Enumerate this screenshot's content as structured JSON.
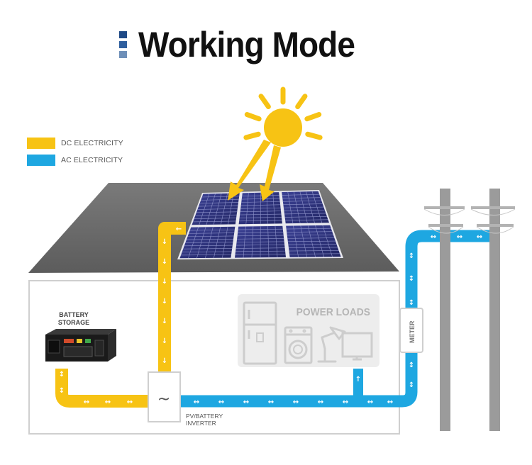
{
  "title": "Working Mode",
  "legend": {
    "items": [
      {
        "label": "DC ELECTRICITY",
        "color": "#F7C314"
      },
      {
        "label": "AC ELECTRICITY",
        "color": "#1EA7E1"
      }
    ]
  },
  "labels": {
    "battery_line1": "BATTERY",
    "battery_line2": "STORAGE",
    "power_loads": "POWER LOADS",
    "inverter_line1": "PV/BATTERY",
    "inverter_line2": "INVERTER",
    "inverter_symbol": "~",
    "meter": "METER"
  },
  "colors": {
    "dc": "#F7C314",
    "ac": "#1EA7E1",
    "roof": "#6a6a6a",
    "sun": "#F7C314",
    "panel": "#2b2f6e",
    "pole": "#9a9a9a"
  },
  "icons": [
    "sun-icon",
    "solar-panel-icon",
    "battery-icon",
    "fridge-icon",
    "washing-machine-icon",
    "desk-lamp-icon",
    "tv-icon",
    "meter-icon",
    "utility-pole-icon",
    "arrow-icon"
  ]
}
